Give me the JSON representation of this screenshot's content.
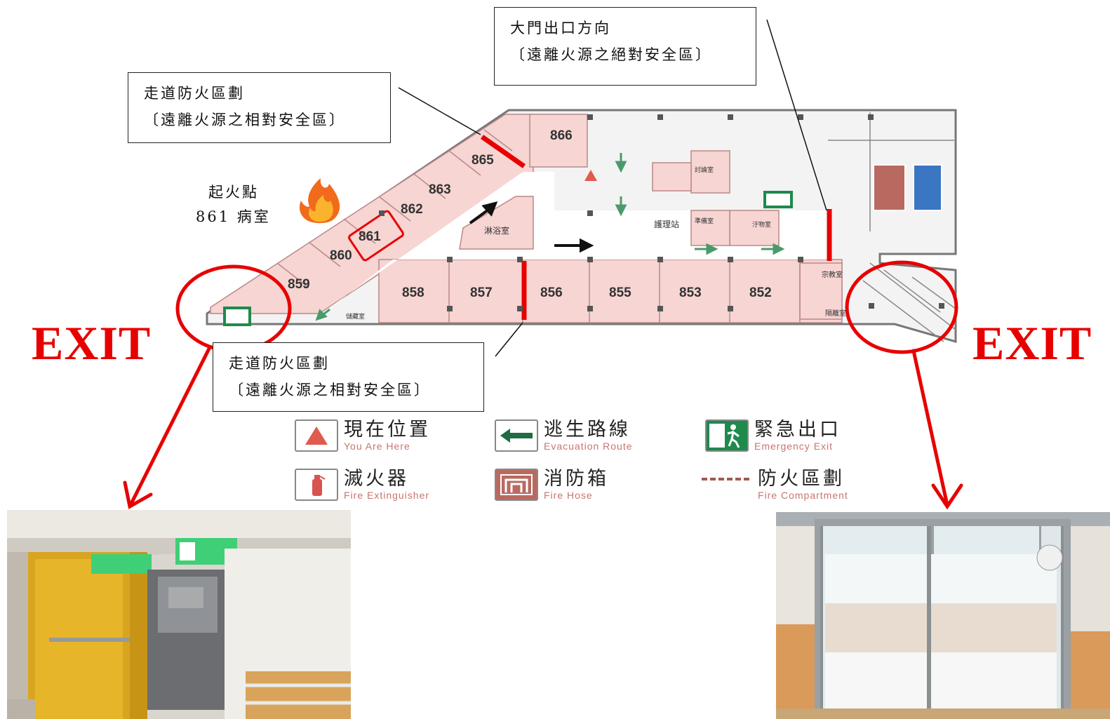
{
  "callouts": {
    "main_exit": {
      "line1": "大門出口方向",
      "line2": "〔遠離火源之絕對安全區〕"
    },
    "corridor_upper": {
      "line1": "走道防火區劃",
      "line2": "〔遠離火源之相對安全區〕"
    },
    "corridor_lower": {
      "line1": "走道防火區劃",
      "line2": "〔遠離火源之相對安全區〕"
    }
  },
  "fire_origin": {
    "label": "起火點",
    "room": "861 病室"
  },
  "exit_labels": {
    "left": "EXIT",
    "right": "EXIT"
  },
  "rooms": {
    "r866": "866",
    "r865": "865",
    "r863": "863",
    "r862": "862",
    "r861": "861",
    "r860": "860",
    "r859": "859",
    "r858": "858",
    "r857": "857",
    "r856": "856",
    "r855": "855",
    "r853": "853",
    "r852": "852",
    "shower": "淋浴室",
    "nurse_station": "護理站",
    "discussion": "討論室",
    "prep": "準備室",
    "dirty": "汙物室",
    "religion": "宗教室",
    "isolation": "隔離室",
    "storage": "儲藏室"
  },
  "legend": [
    {
      "zh": "現在位置",
      "en": "You Are Here",
      "icon": "triangle-marker-icon"
    },
    {
      "zh": "逃生路線",
      "en": "Evacuation Route",
      "icon": "arrow-left-icon"
    },
    {
      "zh": "緊急出口",
      "en": "Emergency Exit",
      "icon": "running-man-exit-icon"
    },
    {
      "zh": "滅火器",
      "en": "Fire Extinguisher",
      "icon": "fire-extinguisher-icon"
    },
    {
      "zh": "消防箱",
      "en": "Fire Hose",
      "icon": "fire-hose-icon"
    },
    {
      "zh": "防火區劃",
      "en": "Fire Compartment",
      "icon": "dashed-line-icon"
    }
  ],
  "colors": {
    "accent_red": "#e80000",
    "room_pink": "#f6d5d3",
    "legend_en": "#c7756f",
    "exit_green": "#1e8a4c"
  }
}
